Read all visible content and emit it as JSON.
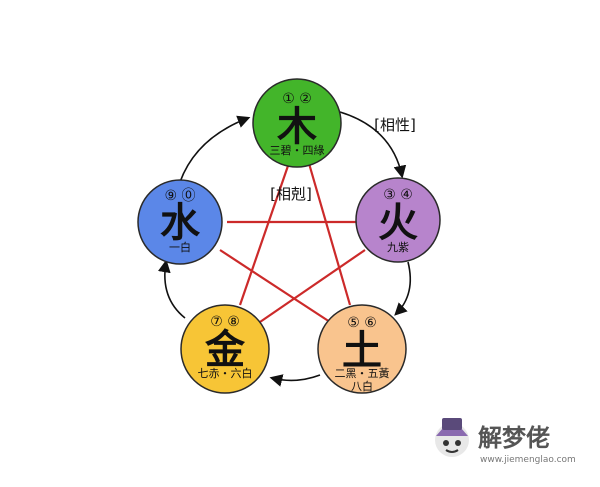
{
  "labels": {
    "xiangsheng": "[相性]",
    "xiangke": "[相剋]"
  },
  "elements": {
    "wood": {
      "glyph": "木",
      "nums": "① ②",
      "sub": "三碧・四綠",
      "sub2": "",
      "color": "#43b52a"
    },
    "fire": {
      "glyph": "火",
      "nums": "③ ④",
      "sub": "九紫",
      "sub2": "",
      "color": "#b784cc"
    },
    "earth": {
      "glyph": "土",
      "nums": "⑤ ⑥",
      "sub": "二黑・五黃",
      "sub2": "八白",
      "color": "#f9c48e"
    },
    "metal": {
      "glyph": "金",
      "nums": "⑦ ⑧",
      "sub": "七赤・六白",
      "sub2": "",
      "color": "#f7c536"
    },
    "water": {
      "glyph": "水",
      "nums": "⑨ ⓪",
      "sub": "一白",
      "sub2": "",
      "color": "#5b87e8"
    }
  },
  "watermark": {
    "title": "解梦佬",
    "url": "www.jiemenglao.com"
  },
  "colors": {
    "cycle_arrow": "#111111",
    "star_line": "#cc2a2a"
  }
}
